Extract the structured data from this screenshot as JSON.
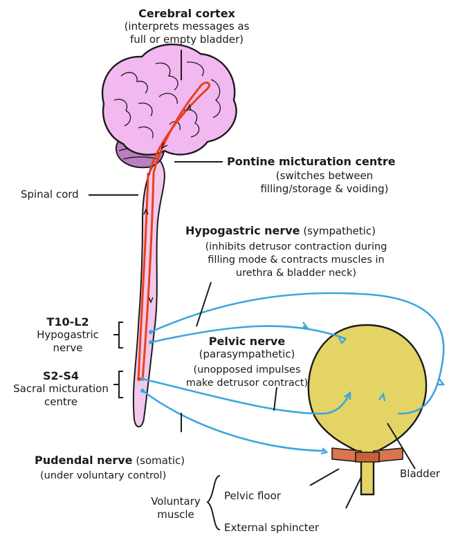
{
  "labels": {
    "cerebral_cortex": {
      "title": "Cerebral cortex",
      "desc_line1": "(interprets messages as",
      "desc_line2": "full or empty bladder)"
    },
    "pontine": {
      "title": "Pontine micturation centre",
      "desc_line1": "(switches between",
      "desc_line2": "filling/storage & voiding)"
    },
    "spinal_cord": "Spinal cord",
    "hypogastric_nerve": {
      "title": "Hypogastric nerve",
      "type": "(sympathetic)",
      "desc_line1": "(inhibits detrusor contraction during",
      "desc_line2": "filling mode & contracts muscles in",
      "desc_line3": "urethra & bladder neck)"
    },
    "t10_l2": {
      "title": "T10-L2",
      "line1": "Hypogastric",
      "line2": "nerve"
    },
    "pelvic_nerve": {
      "title": "Pelvic nerve",
      "type": "(parasympathetic)",
      "desc_line1": "(unopposed impulses",
      "desc_line2": "make detrusor contract)"
    },
    "s2_s4": {
      "title": "S2-S4",
      "line1": "Sacral micturation",
      "line2": "centre"
    },
    "pudendal_nerve": {
      "title": "Pudendal nerve",
      "type": "(somatic)",
      "desc": "(under voluntary control)"
    },
    "bladder": "Bladder",
    "voluntary_muscle": {
      "line1": "Voluntary",
      "line2": "muscle"
    },
    "pelvic_floor": "Pelvic floor",
    "external_sphincter": "External sphincter"
  },
  "colors": {
    "brain": "#f2b8f0",
    "cord": "#f4c8ec",
    "pathway": "#e8401c",
    "nerve": "#3aa6dd",
    "bladder": "#e4d466",
    "muscle": "#d9764e",
    "outline": "#1a1a1a"
  }
}
